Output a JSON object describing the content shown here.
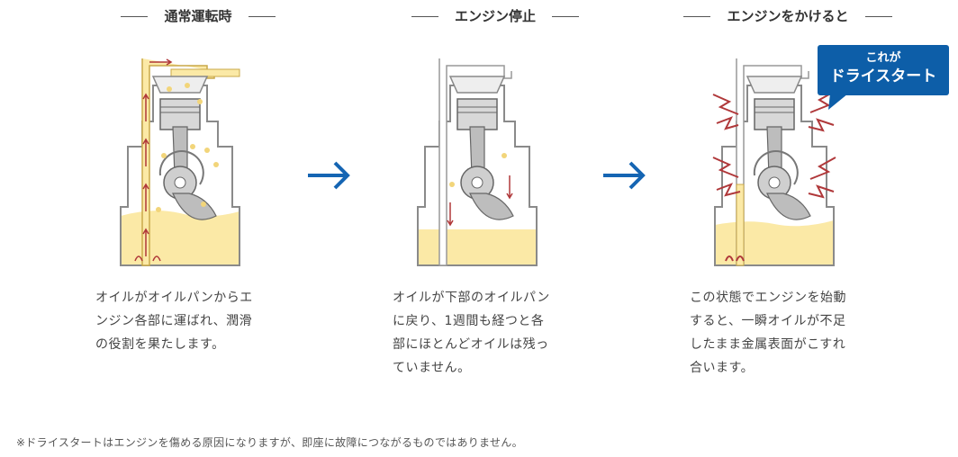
{
  "panels": [
    {
      "title": "通常運転時",
      "description": "オイルがオイルパンからエ\nンジン各部に運ばれ、潤滑\nの役割を果たします。"
    },
    {
      "title": "エンジン停止",
      "description": "オイルが下部のオイルパン\nに戻り、1週間も経つと各\n部にほとんどオイルは残っ\nていません。"
    },
    {
      "title": "エンジンをかけると",
      "description": "この状態でエンジンを始動\nすると、一瞬オイルが不足\nしたまま金属表面がこすれ\n合います。"
    }
  ],
  "callout": {
    "line1": "これが",
    "line2": "ドライスタート"
  },
  "footnote": "※ドライスタートはエンジンを傷める原因になりますが、即座に故障につながるものではありません。",
  "colors": {
    "oil": "#fbe9a6",
    "oil_dark": "#f2d57a",
    "flow_arrow": "#b0383a",
    "arrow_blue": "#1565b3",
    "callout_bg": "#0d5ea8",
    "metal": "#9a9a9a"
  },
  "icons": [
    "right-arrow-icon",
    "engine-illustration",
    "impact-icon"
  ]
}
